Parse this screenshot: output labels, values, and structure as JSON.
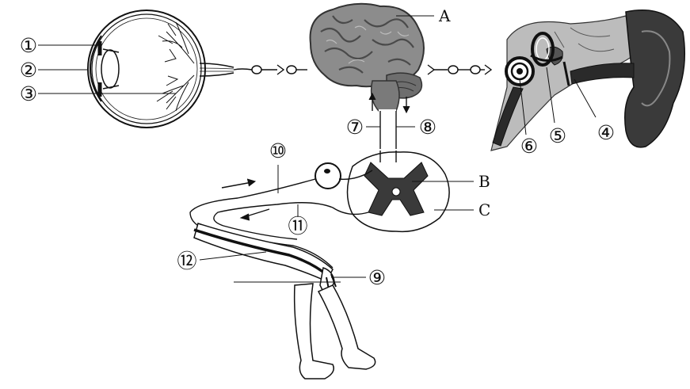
{
  "labels": {
    "eye_1": "①",
    "eye_2": "②",
    "eye_3": "③",
    "brain_A": "A",
    "ear_4": "④",
    "ear_5": "⑤",
    "ear_6": "⑥",
    "tract_7": "⑦",
    "tract_8": "⑧",
    "effector_9": "⑨",
    "nerve_10": "⑩",
    "nerve_11": "⑪",
    "nerve_12": "⑫",
    "cord_B": "B",
    "cord_C": "C"
  },
  "colors": {
    "ink": "#111111",
    "brain": "#8c8c8c",
    "brain_dark": "#555555",
    "grey_matter": "#3a3a3a",
    "ear_dark": "#2a2a2a"
  }
}
